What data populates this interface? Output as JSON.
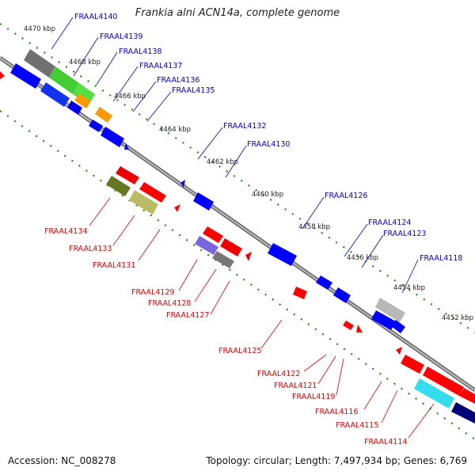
{
  "title": "Frankia alni ACN14a, complete genome",
  "footer": {
    "accession": "Accession: NC_008278",
    "summary": "Topology: circular; Length: 7,497,934 bp; Genes: 6,769"
  },
  "colors": {
    "top_label": "#0000cc",
    "bottom_label": "#dd0000",
    "tick": "#228822",
    "backbone": "#777777"
  },
  "ticks": [
    {
      "label": "4470 kbp"
    },
    {
      "label": "4468 kbp"
    },
    {
      "label": "4466 kbp"
    },
    {
      "label": "4464 kbp"
    },
    {
      "label": "4462 kbp"
    },
    {
      "label": "4460 kbp"
    },
    {
      "label": "4458 kbp"
    },
    {
      "label": "4456 kbp"
    },
    {
      "label": "4454 kbp"
    },
    {
      "label": "4452 kbp"
    }
  ],
  "top_labels": [
    {
      "name": "FRAAL4140"
    },
    {
      "name": "FRAAL4139"
    },
    {
      "name": "FRAAL4138"
    },
    {
      "name": "FRAAL4137"
    },
    {
      "name": "FRAAL4136"
    },
    {
      "name": "FRAAL4135"
    },
    {
      "name": "FRAAL4132"
    },
    {
      "name": "FRAAL4130"
    },
    {
      "name": "FRAAL4126"
    },
    {
      "name": "FRAAL4124"
    },
    {
      "name": "FRAAL4123"
    },
    {
      "name": "FRAAL4118"
    }
  ],
  "bottom_labels": [
    {
      "name": "FRAAL4134"
    },
    {
      "name": "FRAAL4133"
    },
    {
      "name": "FRAAL4131"
    },
    {
      "name": "FRAAL4129"
    },
    {
      "name": "FRAAL4128"
    },
    {
      "name": "FRAAL4127"
    },
    {
      "name": "FRAAL4125"
    },
    {
      "name": "FRAAL4122"
    },
    {
      "name": "FRAAL4121"
    },
    {
      "name": "FRAAL4119"
    },
    {
      "name": "FRAAL4116"
    },
    {
      "name": "FRAAL4115"
    },
    {
      "name": "FRAAL4114"
    }
  ]
}
